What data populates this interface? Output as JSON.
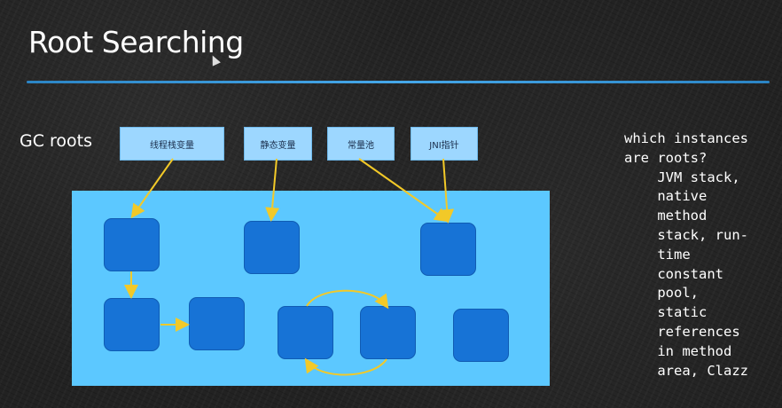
{
  "slide": {
    "title": "Root Searching",
    "gc_roots_label": "GC roots",
    "root_boxes": [
      {
        "label": "线程栈变量"
      },
      {
        "label": "静态变量"
      },
      {
        "label": "常量池"
      },
      {
        "label": "JNI指针"
      }
    ],
    "notes": {
      "question_lines": [
        "which instances",
        "are roots?"
      ],
      "answer_lines": [
        "JVM stack,",
        "native",
        "method",
        "stack, run-",
        "time",
        "constant",
        "pool,",
        "static",
        "references",
        "in method",
        "area, Clazz"
      ]
    }
  },
  "colors": {
    "background": "#222222",
    "accent_rule": "#49b6ff",
    "heap": "#5cc8ff",
    "object": "#1773d6",
    "root_box": "#9dd7ff",
    "arrow": "#f2c928"
  },
  "icons": [
    "mouse-cursor-icon"
  ]
}
